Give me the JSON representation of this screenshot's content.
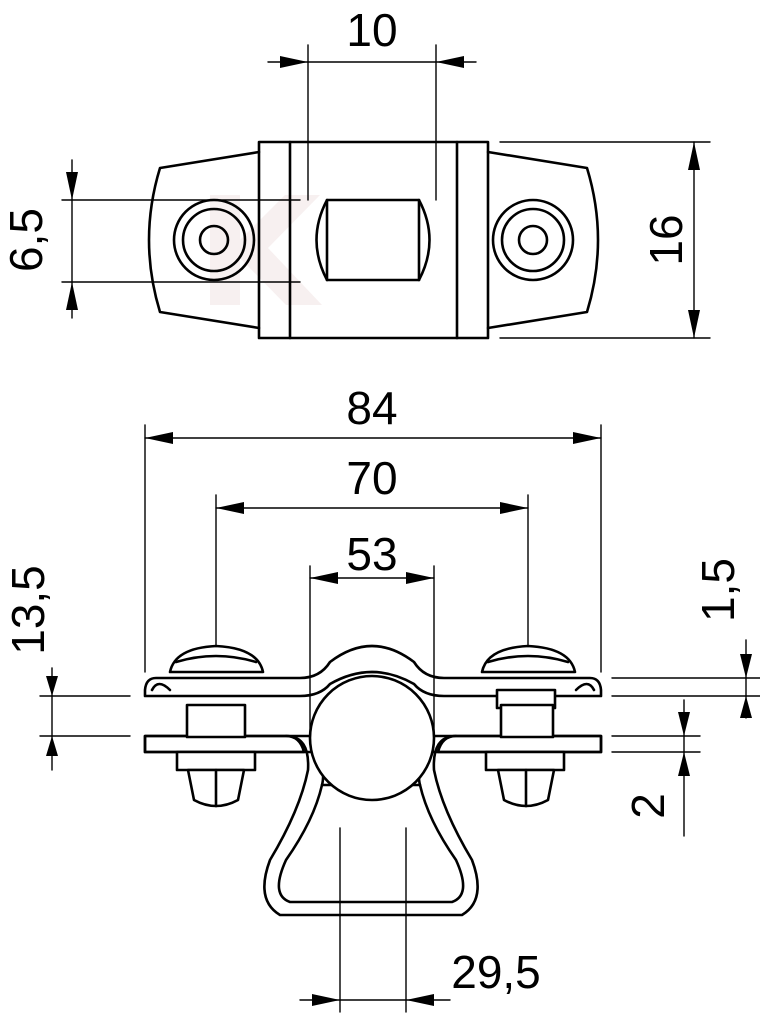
{
  "dimensions": {
    "top_width": "10",
    "top_height_hole": "6,5",
    "top_height_total": "16",
    "overall_width": "84",
    "hole_spacing": "70",
    "clamp_width": "53",
    "left_height": "13,5",
    "right_height_upper": "1,5",
    "right_height_lower": "2",
    "bottom_width": "29,5"
  }
}
